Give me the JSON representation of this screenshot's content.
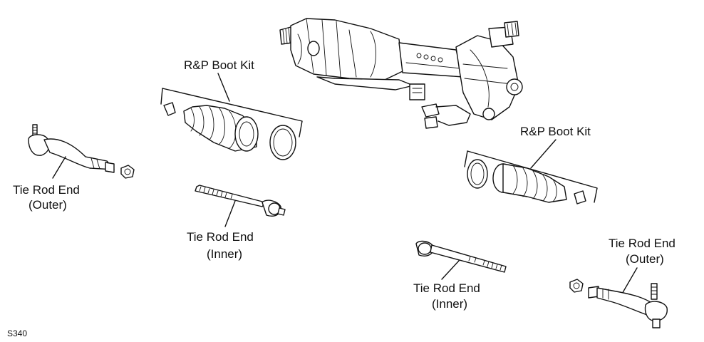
{
  "labels": {
    "boot_kit_left": "R&P Boot Kit",
    "boot_kit_right": "R&P Boot Kit",
    "outer_left_line1": "Tie Rod End",
    "outer_left_line2": "(Outer)",
    "inner_left_line1": "Tie Rod End",
    "inner_left_line2": "(Inner)",
    "inner_right_line1": "Tie Rod End",
    "inner_right_line2": "(Inner)",
    "outer_right_line1": "Tie Rod End",
    "outer_right_line2": "(Outer)"
  },
  "figure_code": "S340"
}
